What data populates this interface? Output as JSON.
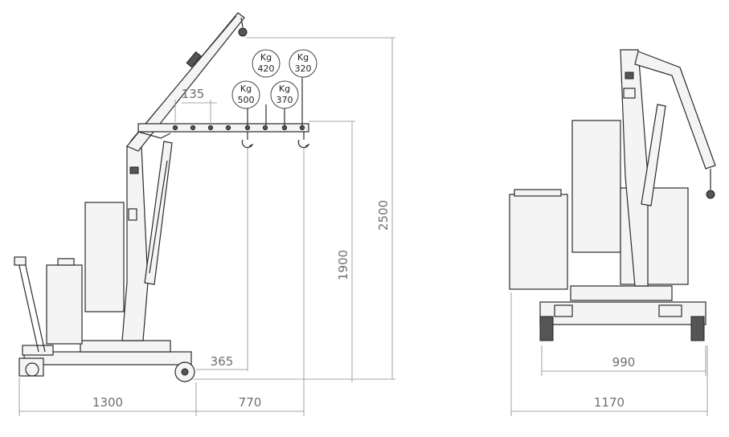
{
  "dimensions": {
    "d135": "135",
    "d2500": "2500",
    "d1900": "1900",
    "d365": "365",
    "d1300": "1300",
    "d770": "770",
    "d990": "990",
    "d1170": "1170"
  },
  "loads": [
    {
      "unit": "Kg",
      "value": "500"
    },
    {
      "unit": "Kg",
      "value": "420"
    },
    {
      "unit": "Kg",
      "value": "370"
    },
    {
      "unit": "Kg",
      "value": "320"
    }
  ]
}
